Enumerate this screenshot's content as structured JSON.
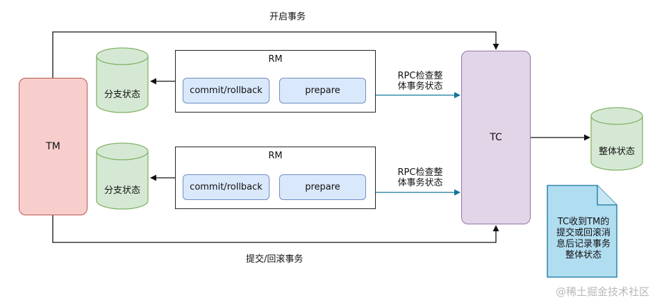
{
  "nodes": {
    "tm": "TM",
    "tc": "TC",
    "rm_top": {
      "title": "RM",
      "commit": "commit/rollback",
      "prepare": "prepare"
    },
    "rm_bottom": {
      "title": "RM",
      "commit": "commit/rollback",
      "prepare": "prepare"
    },
    "branch_top": "分支状态",
    "branch_bottom": "分支状态",
    "global_state": "整体状态"
  },
  "edges": {
    "start_tx": "开启事务",
    "commit_tx": "提交/回滚事务",
    "rpc_line1": "RPC检查整",
    "rpc_line2": "体事务状态"
  },
  "note": {
    "lines": [
      "TC收到TM的",
      "提交或回滚消",
      "息后记录事务",
      "整体状态"
    ]
  },
  "watermark": "@稀土掘金技术社区",
  "colors": {
    "tm_fill": "#f8cecc",
    "tc_fill": "#e1d5e7",
    "button_fill": "#dae8fc",
    "cylinder_fill": "#d5e8d4",
    "note_fill": "#b1ddf0",
    "rpc_arrow": "#10739e"
  }
}
